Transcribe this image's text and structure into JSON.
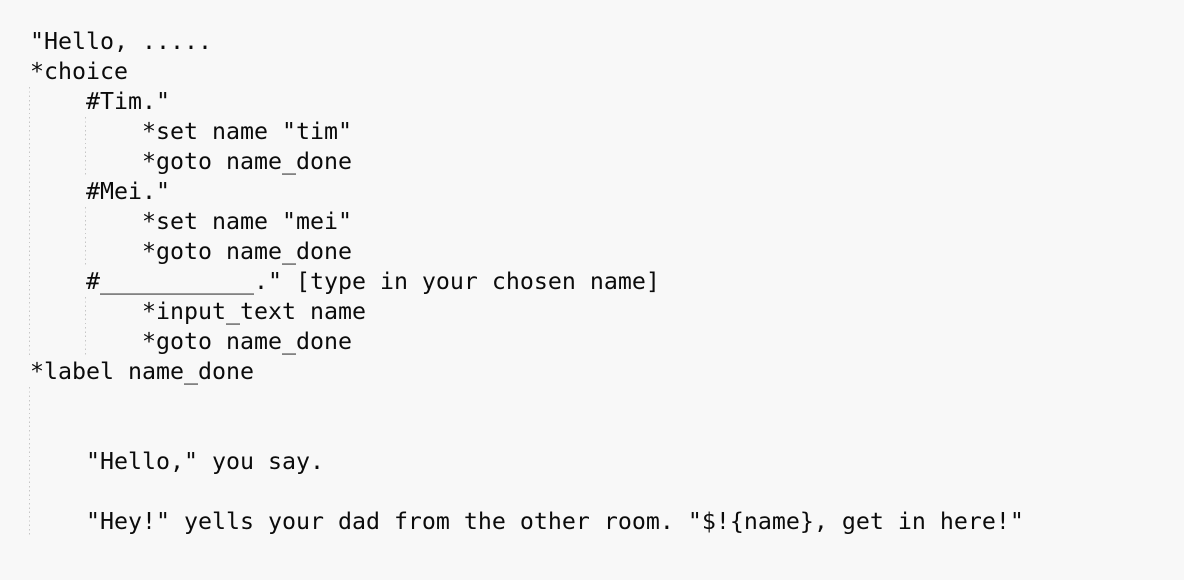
{
  "editor": {
    "colors": {
      "background": "#f8f8f8",
      "text": "#0b0b0b",
      "indent_guide": "#c6c6c6"
    },
    "lines": [
      "\"Hello, .....",
      "*choice",
      "    #Tim.\"",
      "        *set name \"tim\"",
      "        *goto name_done",
      "    #Mei.\"",
      "        *set name \"mei\"",
      "        *goto name_done",
      "    #___________.\" [type in your chosen name]",
      "        *input_text name",
      "        *goto name_done",
      "*label name_done",
      "",
      "",
      "    \"Hello,\" you say.",
      "",
      "    \"Hey!\" yells your dad from the other room. \"$!{name}, get in here!\""
    ],
    "indent_guides": [
      {
        "column": 0,
        "from_row": 3,
        "to_row": 11
      },
      {
        "column": 4,
        "from_row": 4,
        "to_row": 5
      },
      {
        "column": 4,
        "from_row": 7,
        "to_row": 8
      },
      {
        "column": 4,
        "from_row": 10,
        "to_row": 11
      },
      {
        "column": 0,
        "from_row": 13,
        "to_row": 17
      }
    ]
  }
}
